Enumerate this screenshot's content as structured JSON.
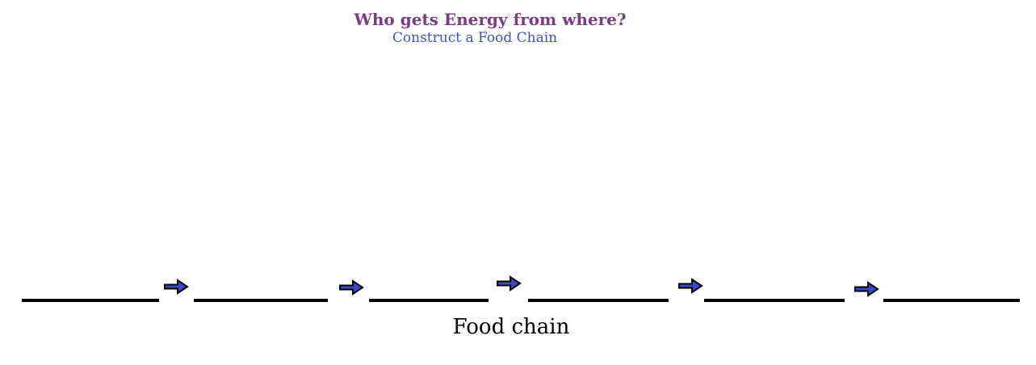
{
  "page": {
    "background": "#ffffff"
  },
  "header": {
    "title": "Who gets Energy from where?",
    "subtitle": "Construct a Food Chain"
  },
  "food_chain": {
    "label": "Food chain",
    "blanks": [
      "",
      "",
      "",
      "",
      "",
      ""
    ],
    "arrow_icon": "block-arrow-right-icon",
    "blank_count": 6,
    "arrow_count": 5
  },
  "colors": {
    "title": "#7D3C85",
    "subtitle": "#3C55C3",
    "arrow_fill": "#3E47C5",
    "arrow_stroke": "#000000",
    "line": "#000000",
    "label": "#000000"
  }
}
